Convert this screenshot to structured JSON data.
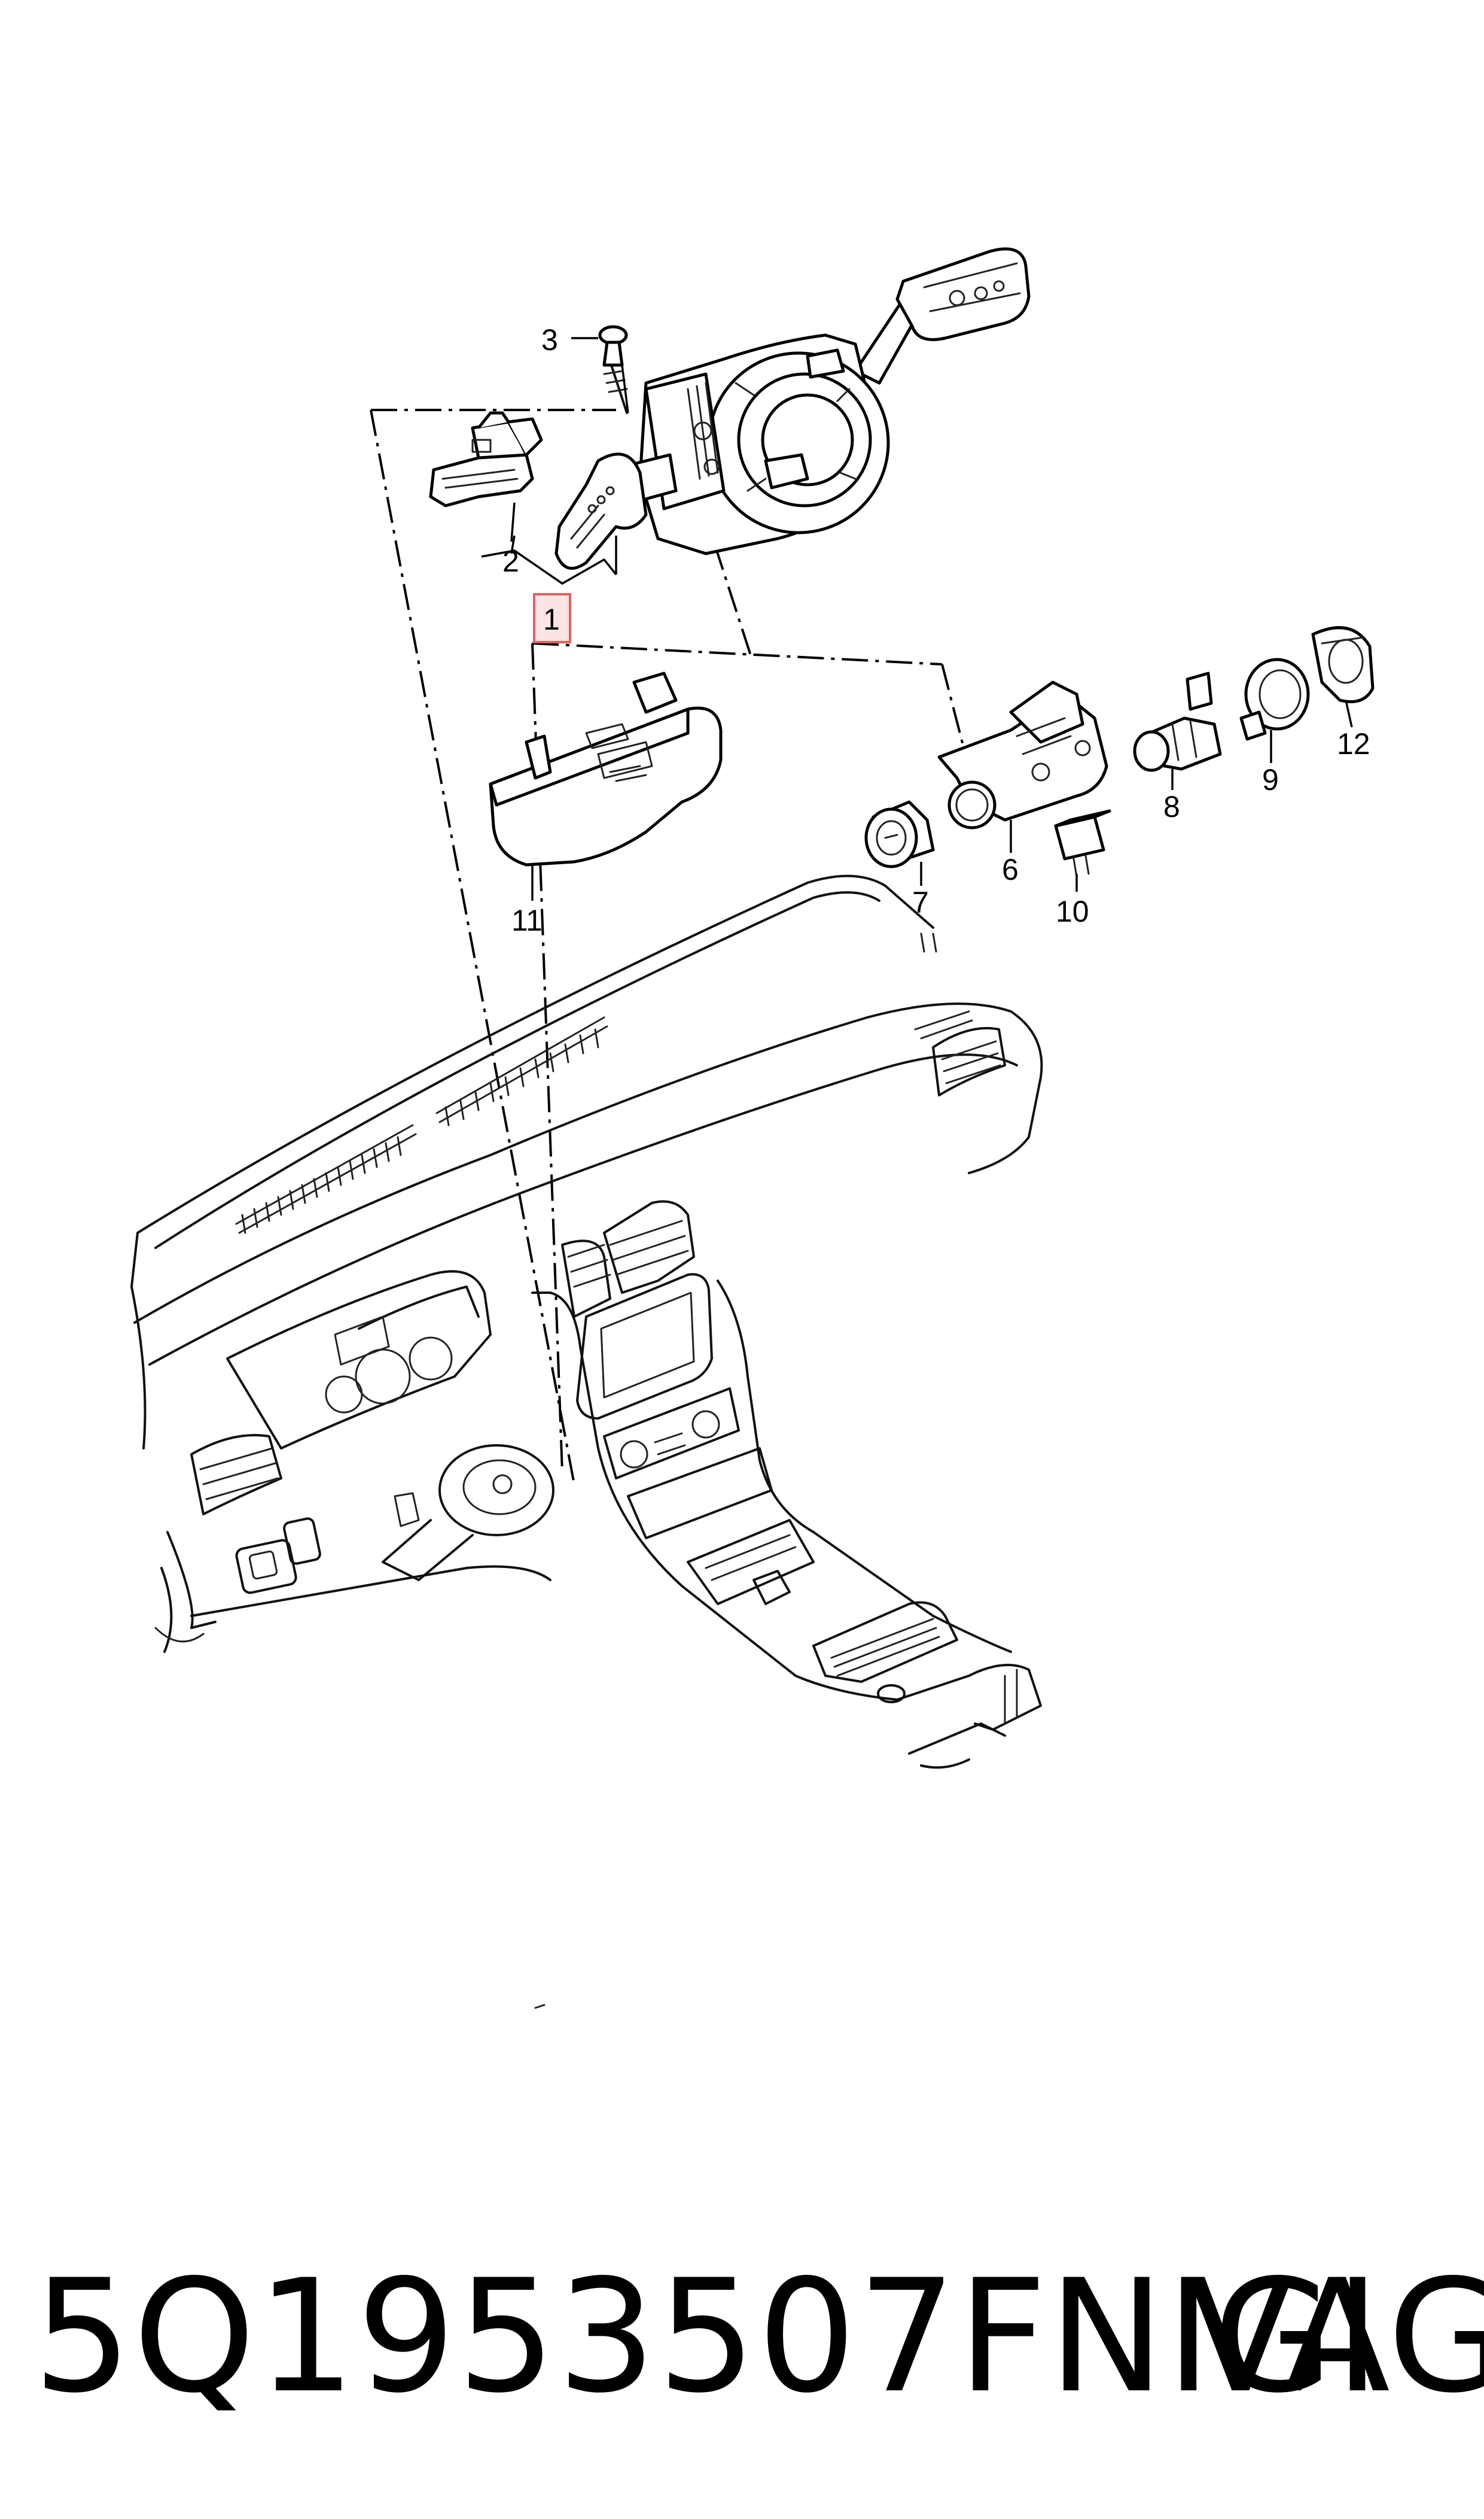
{
  "callouts": {
    "c1": "1",
    "c2": "2",
    "c3": "3",
    "c6": "6",
    "c7": "7",
    "c8": "8",
    "c9": "9",
    "c10": "10",
    "c11": "11",
    "c12": "12"
  },
  "colors": {
    "line": "#000000",
    "highlight_fill": "#fde4e4",
    "highlight_stroke": "#e06060",
    "background": "#ffffff"
  },
  "footer": {
    "part_number": "5Q1953507FNIGI",
    "brand": "VAG"
  }
}
